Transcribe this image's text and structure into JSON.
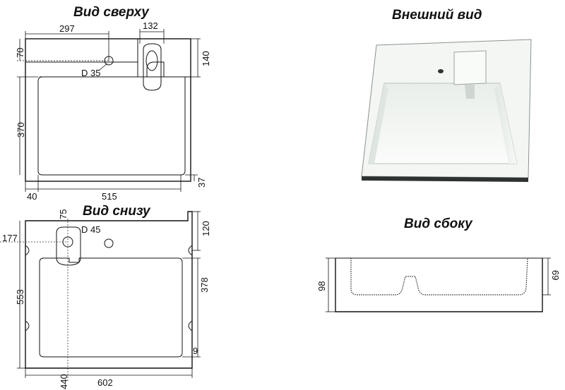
{
  "titles": {
    "top_view": "Вид сверху",
    "external_view": "Внешний вид",
    "bottom_view": "Вид снизу",
    "side_view": "Вид сбоку"
  },
  "top_view_dims": {
    "d297": "297",
    "d132": "132",
    "d70": "70",
    "d140": "140",
    "d_hole": "D 35",
    "d370": "370",
    "d37": "37",
    "d40": "40",
    "d515": "515"
  },
  "bottom_view_dims": {
    "d75": "75",
    "d_hole": "D 45",
    "d120": "120",
    "d177": "177",
    "d378": "378",
    "d553": "553",
    "d9": "9",
    "d440": "440",
    "d602": "602"
  },
  "side_view_dims": {
    "d98": "98",
    "d69": "69"
  },
  "colors": {
    "line": "#111111",
    "render_sink": "#f4f6f4",
    "render_shadow": "#cfd6d2"
  }
}
